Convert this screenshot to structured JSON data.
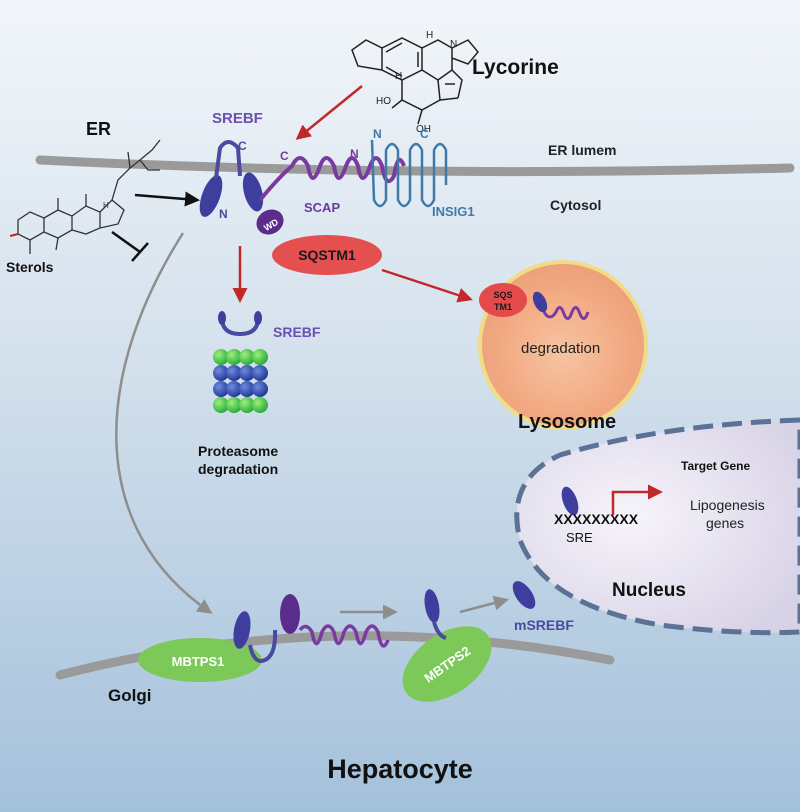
{
  "labels": {
    "er": "ER",
    "er_lumen": "ER lumem",
    "cytosol": "Cytosol",
    "lycorine": "Lycorine",
    "srebf_top": "SREBF",
    "srebf_proteasome": "SREBF",
    "scap": "SCAP",
    "insig1": "INSIG1",
    "wd": "WD",
    "sqstm1": "SQSTM1",
    "sqs": "SQS",
    "tm1": "TM1",
    "degradation": "degradation",
    "lysosome": "Lysosome",
    "proteasome_line1": "Proteasome",
    "proteasome_line2": "degradation",
    "sterols": "Sterols",
    "n_srebf": "N",
    "c_srebf": "C",
    "c_scap": "C",
    "n_scap": "N",
    "n_insig": "N",
    "c_insig": "C",
    "target_gene": "Target Gene",
    "sre_seq": "XXXXXXXXX",
    "sre": "SRE",
    "lipo_line1": "Lipogenesis",
    "lipo_line2": "genes",
    "nucleus": "Nucleus",
    "msrebf": "mSREBF",
    "mbtps1": "MBTPS1",
    "mbtps2": "MBTPS2",
    "golgi": "Golgi",
    "hepatocyte": "Hepatocyte",
    "lycorine_h1": "H",
    "lycorine_h2": "H",
    "lycorine_n": "N",
    "lycorine_ho": "HO",
    "lycorine_oh": "OH",
    "sterol_h": "H"
  },
  "colors": {
    "background_top": "#eef3f8",
    "background_bottom": "#a9c4dc",
    "membrane": "#9a9a9a",
    "srebf": "#4a4aa0",
    "scap": "#7a3aa0",
    "insig": "#3f79a8",
    "sqstm1": "#e04848",
    "arrow_red": "#c0282a",
    "arrow_gray": "#8e8e8e",
    "mbtps": "#7cc95a",
    "nucleus_border": "#5b7196",
    "lysosome_ring": "#f0dc84"
  }
}
